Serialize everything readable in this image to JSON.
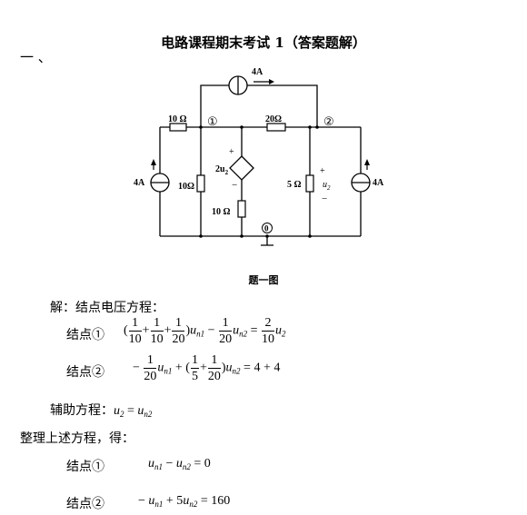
{
  "doc": {
    "title": "电路课程期末考试 1（答案题解）",
    "section_number": "一 、",
    "figure_caption": "题一图"
  },
  "circuit": {
    "top_source_label": "4A",
    "left_resistor_label": "10 Ω",
    "node1_label": "①",
    "mid_resistor_label": "20Ω",
    "node2_label": "②",
    "left_source_label": "4A",
    "shunt_resistor_label": "10Ω",
    "dep_source_label": "2u",
    "dep_source_sub": "2",
    "dep_plus": "+",
    "dep_minus": "−",
    "series_resistor_label": "10 Ω",
    "right_resistor_label": "5 Ω",
    "u2_plus": "+",
    "u2_label": "u",
    "u2_sub": "2",
    "u2_minus": "−",
    "right_source_label": "4A",
    "node0_label": "0"
  },
  "solution": {
    "intro": "解：结点电压方程：",
    "node1_label": "结点①",
    "node2_label": "结点②",
    "aux_label": "辅助方程：",
    "arrange_label": "整理上述方程，得：",
    "result1_label": "结点①",
    "result2_label": "结点②",
    "eq1": {
      "f1_num": "1",
      "f1_den": "10",
      "f2_num": "1",
      "f2_den": "10",
      "f3_num": "1",
      "f3_den": "20",
      "f4_num": "1",
      "f4_den": "20",
      "rhs_num": "2",
      "rhs_den": "10",
      "var_u": "u",
      "sub_n1": "n1",
      "sub_n2": "n2",
      "sub_2": "2"
    },
    "eq2": {
      "f1_num": "1",
      "f1_den": "20",
      "f2_num": "1",
      "f2_den": "5",
      "f3_num": "1",
      "f3_den": "20",
      "rhs": "= 4 + 4"
    },
    "aux_eq": {
      "u": "u",
      "sub2": "2",
      "eq": " = ",
      "un": "u",
      "subn2": "n2"
    },
    "res1": {
      "u1": "u",
      "s1": "n1",
      "op": " − ",
      "u2": "u",
      "s2": "n2",
      "rhs": " = 0"
    },
    "res2": {
      "pre": "− ",
      "u1": "u",
      "s1": "n1",
      "op": " + 5",
      "u2": "u",
      "s2": "n2",
      "rhs": " = 160"
    }
  }
}
